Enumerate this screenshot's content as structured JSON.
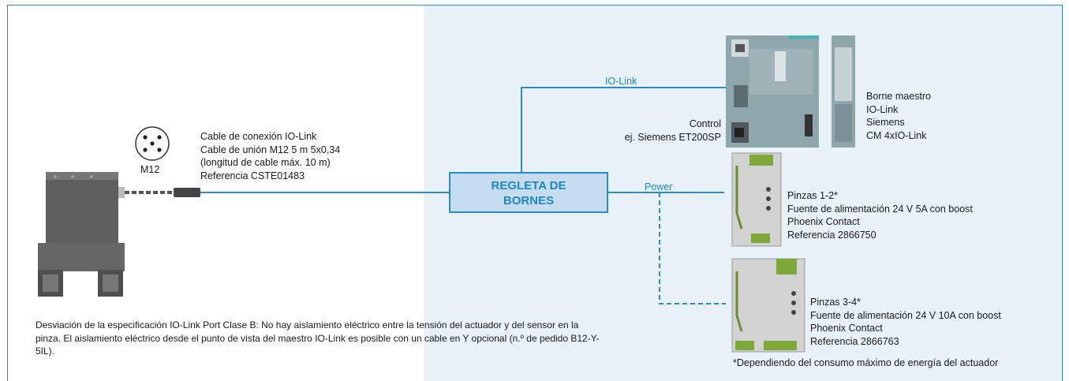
{
  "labels": {
    "io_link": "IO-Link",
    "power": "Power",
    "m12": "M12"
  },
  "cable": {
    "lines": [
      "Cable de conexión IO-Link",
      "Cable de unión M12 5 m 5x0,34",
      "(longitud de cable máx. 10 m)",
      "Referencia CSTE01483"
    ]
  },
  "terminal_box": {
    "line1": "REGLETA DE",
    "line2": "BORNES"
  },
  "control": {
    "line1": "Control",
    "line2": "ej. Siemens ET200SP"
  },
  "master": {
    "lines": [
      "Borne maestro",
      "IO-Link",
      "Siemens",
      "CM 4xIO-Link"
    ]
  },
  "psu1": {
    "lines": [
      "Pinzas 1-2*",
      "Fuente de alimentación 24 V 5A con boost",
      "Phoenix Contact",
      "Referencia 2866750"
    ]
  },
  "psu2": {
    "lines": [
      "Pinzas 3-4*",
      "Fuente de alimentación 24 V 10A con boost",
      "Phoenix Contact",
      "Referencia 2866763"
    ]
  },
  "note": "Desviación de la especificación IO-Link Port Clase B: No hay aislamiento eléctrico entre la tensión del actuador y del sensor en la pinza. El aislamiento eléctrico desde el punto de vista del maestro IO-Link es posible con un cable en Y opcional (n.º de pedido B12-Y-5IL).",
  "footnote": "*Dependiendo del consumo máximo de energía del actuador",
  "colors": {
    "accent": "#2a8bc9",
    "panel_bg": "#e9f2f8",
    "box_bg": "#c6ddef"
  }
}
